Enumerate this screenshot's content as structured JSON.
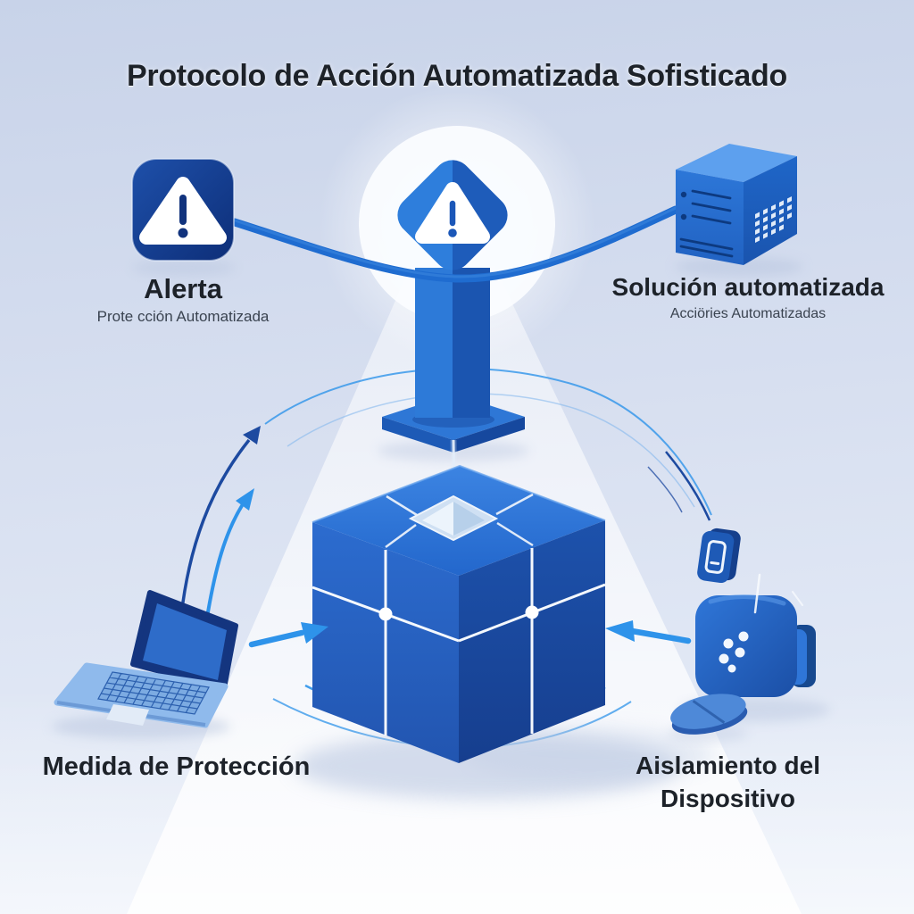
{
  "title": "Protocolo de Acción Automatizada Sofisticado",
  "nodes": {
    "alert": {
      "label": "Alerta",
      "sublabel": "Prote cción Automatizada",
      "icon": "warning-badge-icon"
    },
    "solution": {
      "label": "Solución automatizada",
      "sublabel": "Acciöries Automatizadas",
      "icon": "server-icon"
    },
    "protection": {
      "label": "Medida de Protección",
      "icon": "laptop-icon"
    },
    "isolation": {
      "label": "Aislamiento del Dispositivo",
      "icon": "isolated-device-icon"
    },
    "center": {
      "icon": "warning-monument-icon"
    },
    "core": {
      "icon": "security-cube-icon"
    }
  },
  "icons": [
    "warning-badge-icon",
    "warning-monument-icon",
    "server-icon",
    "security-cube-icon",
    "laptop-icon",
    "smartphone-icon",
    "isolated-device-icon",
    "mouse-icon",
    "cycle-arrow-icon"
  ],
  "palette": {
    "bg-top": "#c8d3e9",
    "bg-mid": "#d7dff0",
    "bg-bottom": "#e9eff9",
    "navy": "#123c8e",
    "blue": "#2270d2",
    "blue-bright": "#2e93ea",
    "arrow-navy": "#1d4aa0",
    "glow-white": "#ffffff",
    "text-dark": "#1d2229",
    "text-muted": "#3a4350"
  }
}
